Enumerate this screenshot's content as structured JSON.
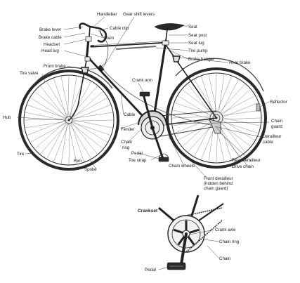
{
  "labels": {
    "handlebar": "Handlebar",
    "gear_shift_levers": "Gear shift levers",
    "seat": "Seat",
    "brake_lever": "Brake lever",
    "cable_clip": "Cable clip",
    "brake_cable": "Brake cable",
    "stem": "Stem",
    "seat_post": "Seat post",
    "headset": "Headset",
    "seat_lug": "Seat lug",
    "head_lug": "Head lug",
    "tire_pump": "Tire pump",
    "brake_hanger": "Brake hanger",
    "front_brake": "Front brake",
    "rear_brake": "Rear brake",
    "tire_valve": "Tire valve",
    "crank_arm": "Crank arm",
    "reflector": "Reflector",
    "hub": "Hub",
    "cable": "Cable",
    "chain_guard": "Chain guard",
    "fender": "Fender",
    "derailleur_cable": "Derailleur cable",
    "chain_ring": "Chain ring",
    "pedal": "Pedal",
    "tire": "Tire",
    "toe_strap": "Toe strap",
    "rear_derailleur": "Rear derailleur",
    "rim": "Rim",
    "chain_wheels": "Chain wheels",
    "drive_chain": "Drive chain",
    "spoke": "Spoke",
    "front_derailleur": "Front derailleur (hidden behind chain guard)"
  },
  "crankset": {
    "title": "Crankset",
    "crank_axle": "Crank axle",
    "chain_ring": "Chain ring",
    "chain": "Chain",
    "pedal": "Pedal"
  },
  "wheels": {
    "spokes_per_wheel": 36
  }
}
